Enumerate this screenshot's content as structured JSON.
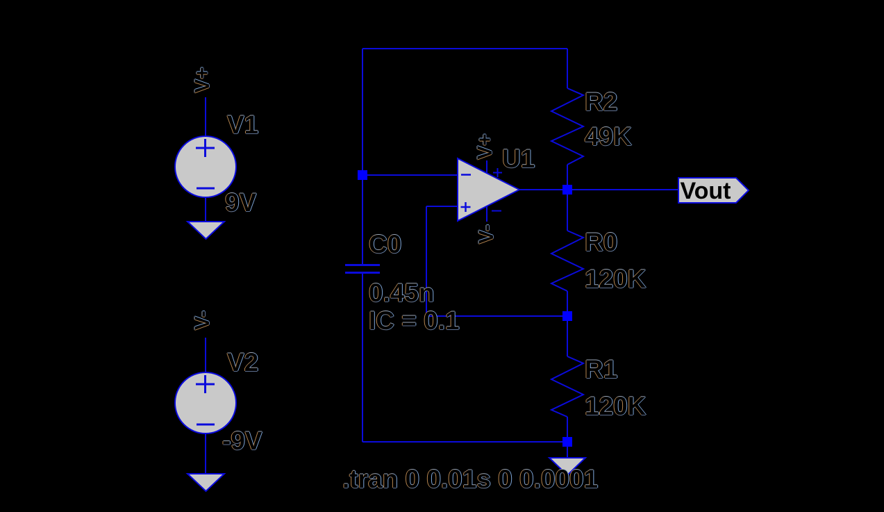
{
  "colors": {
    "background": "#000000",
    "wire": "#0b0bdc",
    "junction": "#0000ff",
    "component_fill": "#c9c9c9",
    "label_fill": "#000000",
    "label_halo_warm": "#b5854f",
    "label_halo_cool": "#7ea6d8"
  },
  "sources": {
    "v1": {
      "designator": "V1",
      "value": "9V",
      "pin_label": "V+"
    },
    "v2": {
      "designator": "V2",
      "value": "-9V",
      "pin_label": "V-"
    }
  },
  "opamp": {
    "designator": "U1",
    "positive_rail_label": "V+",
    "negative_rail_label": "V-"
  },
  "resistors": {
    "r2": {
      "designator": "R2",
      "value": "49K"
    },
    "r0": {
      "designator": "R0",
      "value": "120K"
    },
    "r1": {
      "designator": "R1",
      "value": "120K"
    }
  },
  "capacitor": {
    "designator": "C0",
    "value": "0.45n",
    "initial_condition": "IC = 0.1"
  },
  "net_flag": {
    "label": "Vout"
  },
  "spice_directive": {
    "text": ".tran 0 0.01s 0 0.0001"
  }
}
